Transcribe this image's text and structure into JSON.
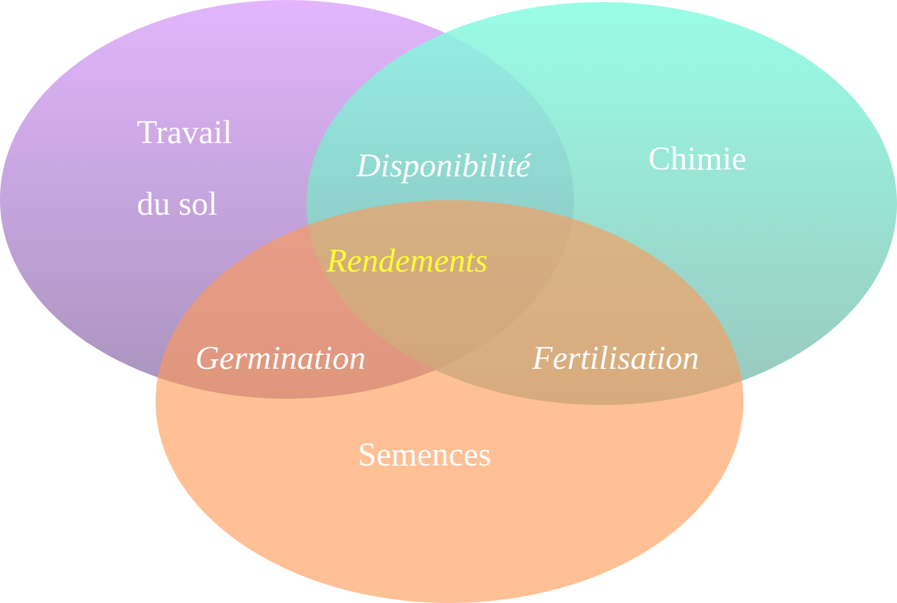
{
  "diagram": {
    "type": "venn",
    "sets": [
      {
        "id": "travail",
        "lines": [
          "Travail",
          "du sol"
        ],
        "color_top": "#e2b5fc",
        "color_bottom": "#a993bd"
      },
      {
        "id": "chimie",
        "lines": [
          "Chimie"
        ],
        "color_top": "#86fce3",
        "color_bottom": "#86bdb2"
      },
      {
        "id": "semences",
        "lines": [
          "Semences"
        ],
        "color": "#ff9955"
      }
    ],
    "overlaps": {
      "travail_chimie": "Disponibilité",
      "travail_semences": "Germination",
      "chimie_semences": "Fertilisation"
    },
    "center": {
      "label": "Rendements",
      "color": "#ffff33"
    }
  }
}
